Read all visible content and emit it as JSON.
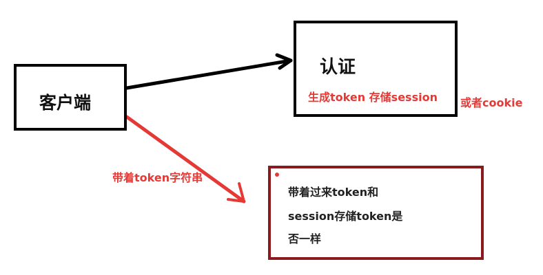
{
  "nodes": {
    "client": {
      "label": "客户端"
    },
    "auth": {
      "label": "认证",
      "action": "生成token 存储session"
    },
    "compare": {
      "lines": [
        "带着过来token和",
        "session存储token是",
        "否一样"
      ]
    }
  },
  "annotations": {
    "alt_storage": "或者cookie",
    "request": "带着token字符串"
  },
  "colors": {
    "stroke": "#000000",
    "accent_red": "#e53935",
    "dark_red_border": "#8b1a1f",
    "background": "#ffffff"
  }
}
